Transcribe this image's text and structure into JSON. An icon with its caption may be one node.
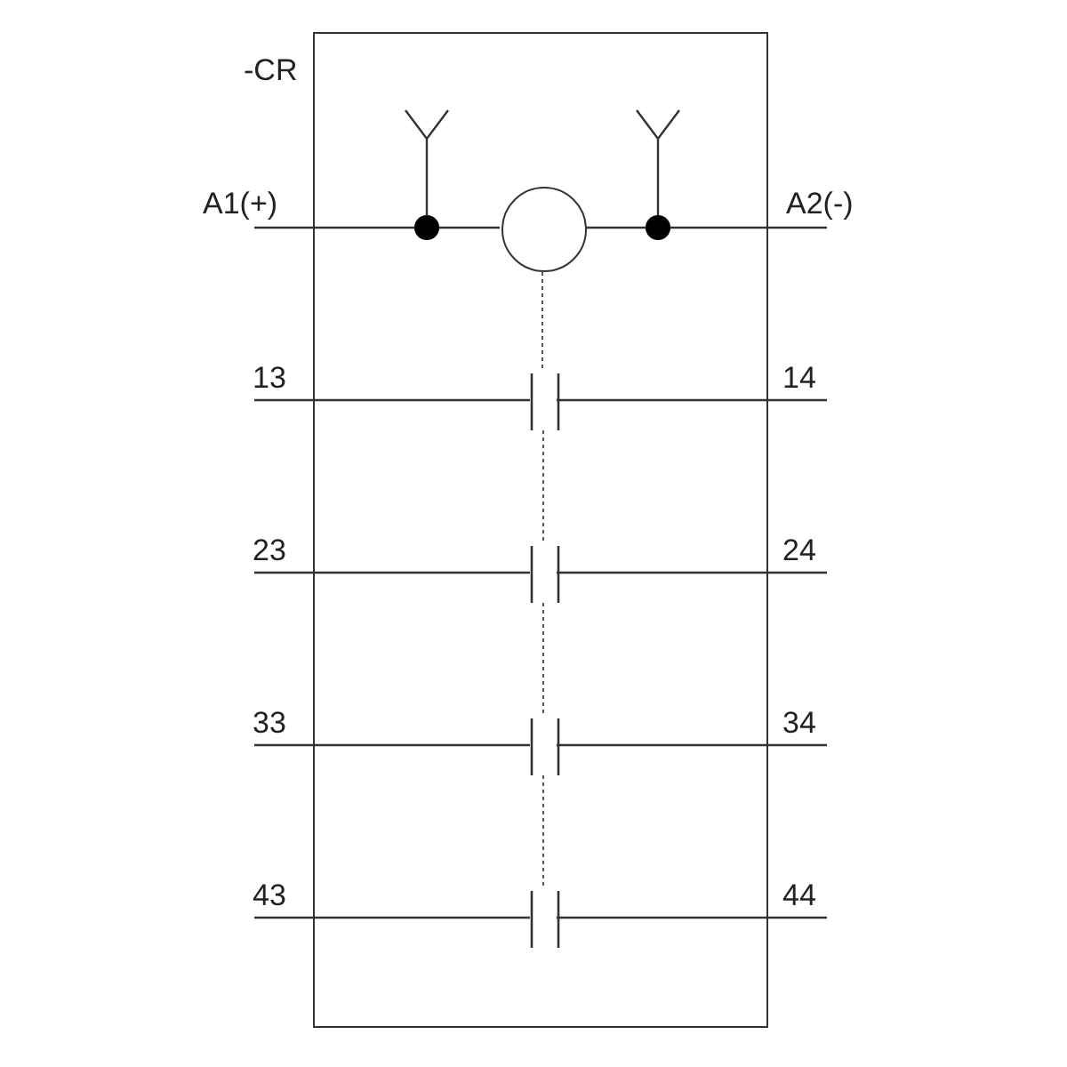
{
  "diagram": {
    "nodes": [
      {
        "text": [
          "-CR"
        ]
      },
      {
        "text": [],
        "shape": "circle",
        "in": 0
      },
      {
        "text": [],
        "shape": "contact",
        "in": 0
      },
      {
        "text": [],
        "shape": "contact",
        "in": 0
      },
      {
        "text": [],
        "shape": "contact",
        "in": 0
      },
      {
        "text": [],
        "shape": "contact",
        "in": 0
      }
    ],
    "edges": [
      {
        "from": 1,
        "to": 2,
        "arrow": "none",
        "style": "dashed"
      },
      {
        "from": 2,
        "to": 3,
        "arrow": "none",
        "style": "dashed"
      },
      {
        "from": 3,
        "to": 4,
        "arrow": "none",
        "style": "dashed"
      },
      {
        "from": 4,
        "to": 5,
        "arrow": "none",
        "style": "dashed"
      }
    ],
    "labels": [
      "A1(+)",
      "A2(-)",
      "13",
      "14",
      "23",
      "24",
      "33",
      "34",
      "43",
      "44"
    ]
  }
}
